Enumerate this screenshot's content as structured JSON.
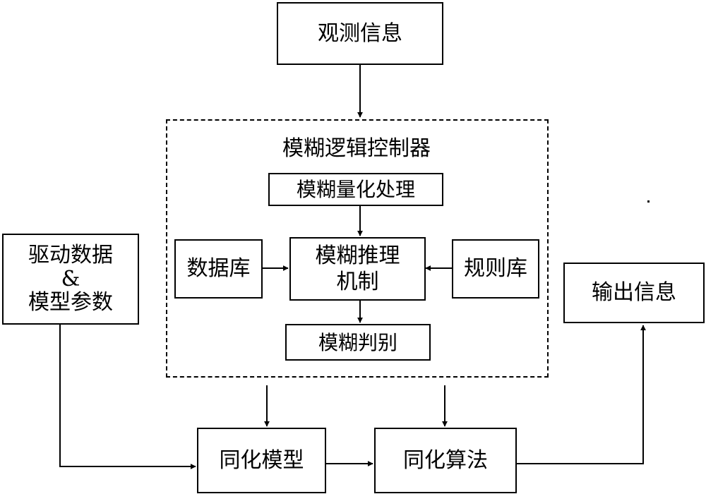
{
  "nodes": {
    "observation": "观测信息",
    "controller_title": "模糊逻辑控制器",
    "quantization": "模糊量化处理",
    "database": "数据库",
    "inference": "模糊推理\n机制",
    "rulebase": "规则库",
    "judgment": "模糊判别",
    "driving": "驱动数据\n&\n模型参数",
    "assim_model": "同化模型",
    "assim_algorithm": "同化算法",
    "output": "输出信息"
  }
}
